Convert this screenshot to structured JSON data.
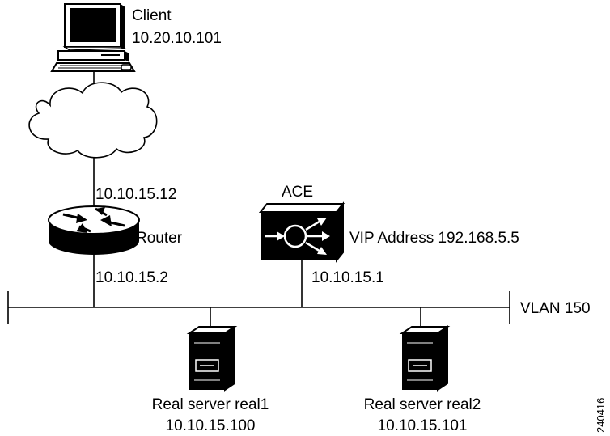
{
  "client": {
    "name": "Client",
    "ip": "10.20.10.101"
  },
  "router": {
    "name": "Router",
    "ip_upper": "10.10.15.12",
    "ip_lower": "10.10.15.2"
  },
  "ace": {
    "name": "ACE",
    "vip": "VIP Address 192.168.5.5",
    "ip": "10.10.15.1"
  },
  "vlan": {
    "label": "VLAN 150"
  },
  "servers": [
    {
      "name": "Real server real1",
      "ip": "10.10.15.100"
    },
    {
      "name": "Real server real2",
      "ip": "10.10.15.101"
    }
  ],
  "figure_id": "240416"
}
